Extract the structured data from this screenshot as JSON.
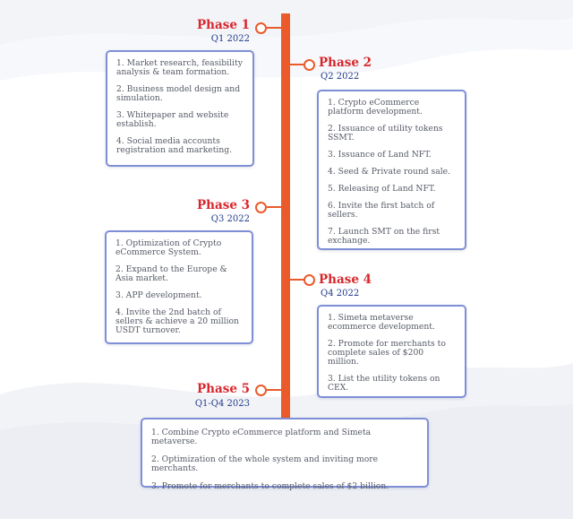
{
  "phases": [
    {
      "title": "Phase 1",
      "date": "Q1 2022",
      "items": [
        "1. Market research, feasibility analysis & team formation.",
        "2. Business model design and simulation.",
        "3. Whitepaper and website establish.",
        "4. Social media accounts registration and marketing."
      ]
    },
    {
      "title": "Phase 2",
      "date": "Q2 2022",
      "items": [
        "1. Crypto eCommerce platform development.",
        "2. Issuance of utility tokens SSMT.",
        "3. Issuance of Land NFT.",
        "4. Seed & Private round sale.",
        "5. Releasing of Land NFT.",
        "6. Invite the first batch of sellers.",
        "7. Launch SMT on the first exchange."
      ]
    },
    {
      "title": "Phase 3",
      "date": "Q3 2022",
      "items": [
        "1. Optimization of Crypto eCommerce System.",
        "2. Expand to the Europe & Asia market.",
        "3. APP development.",
        "4. Invite the 2nd batch of sellers & achieve a 20 million USDT turnover."
      ]
    },
    {
      "title": "Phase 4",
      "date": "Q4 2022",
      "items": [
        "1. Simeta metaverse ecommerce development.",
        "2. Promote for merchants to complete sales of $200 million.",
        "3. List the utility tokens on CEX."
      ]
    },
    {
      "title": "Phase 5",
      "date": "Q1-Q4 2023",
      "items": [
        "1. Combine Crypto eCommerce platform and Simeta metaverse.",
        "2. Optimization of the whole system and inviting more merchants.",
        "3. Promote for merchants to complete sales of $2 billion."
      ]
    }
  ],
  "colors": {
    "timeline": "#ea5a2b",
    "phase_title": "#d8262c",
    "phase_date": "#1f3a8a",
    "box_border": "#7f8fd6"
  }
}
